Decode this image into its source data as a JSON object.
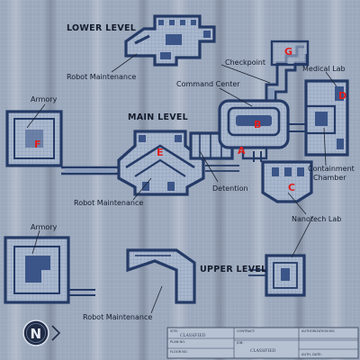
{
  "levels": {
    "lower": "LOWER LEVEL",
    "main": "MAIN LEVEL",
    "upper": "UPPER LEVEL"
  },
  "labels": {
    "robot_maintenance_lower": "Robot Maintenance",
    "checkpoint": "Checkpoint",
    "medical_lab": "Medical Lab",
    "armory_main": "Armory",
    "command_center": "Command Center",
    "containment_chamber_1": "Containment",
    "containment_chamber_2": "Chamber",
    "robot_maintenance_main": "Robot Maintenance",
    "detention": "Detention",
    "nanotech_lab": "Nanotech Lab",
    "armory_upper": "Armory",
    "robot_maintenance_upper": "Robot Maintenance"
  },
  "markers": {
    "A": "A",
    "B": "B",
    "C": "C",
    "D": "D",
    "E": "E",
    "F": "F",
    "G": "G"
  },
  "compass": {
    "letter": "N"
  },
  "title_block": {
    "site_label": "SITE:",
    "site_value": "CLASSIFIED",
    "plan_label": "PLAN NO.",
    "floor_label": "FLOOR NO.",
    "contract_label": "CONTRACT:",
    "job_label": "JOB:",
    "job_value": "CLASSIFIED",
    "auth_label": "AUTHORIZATION NO.",
    "auth_date_label": "AUTH. DATE:"
  },
  "colors": {
    "background": "#9aa6ba",
    "walls": "#243a66",
    "markers": "#e11d1d",
    "text": "#141c2c"
  }
}
